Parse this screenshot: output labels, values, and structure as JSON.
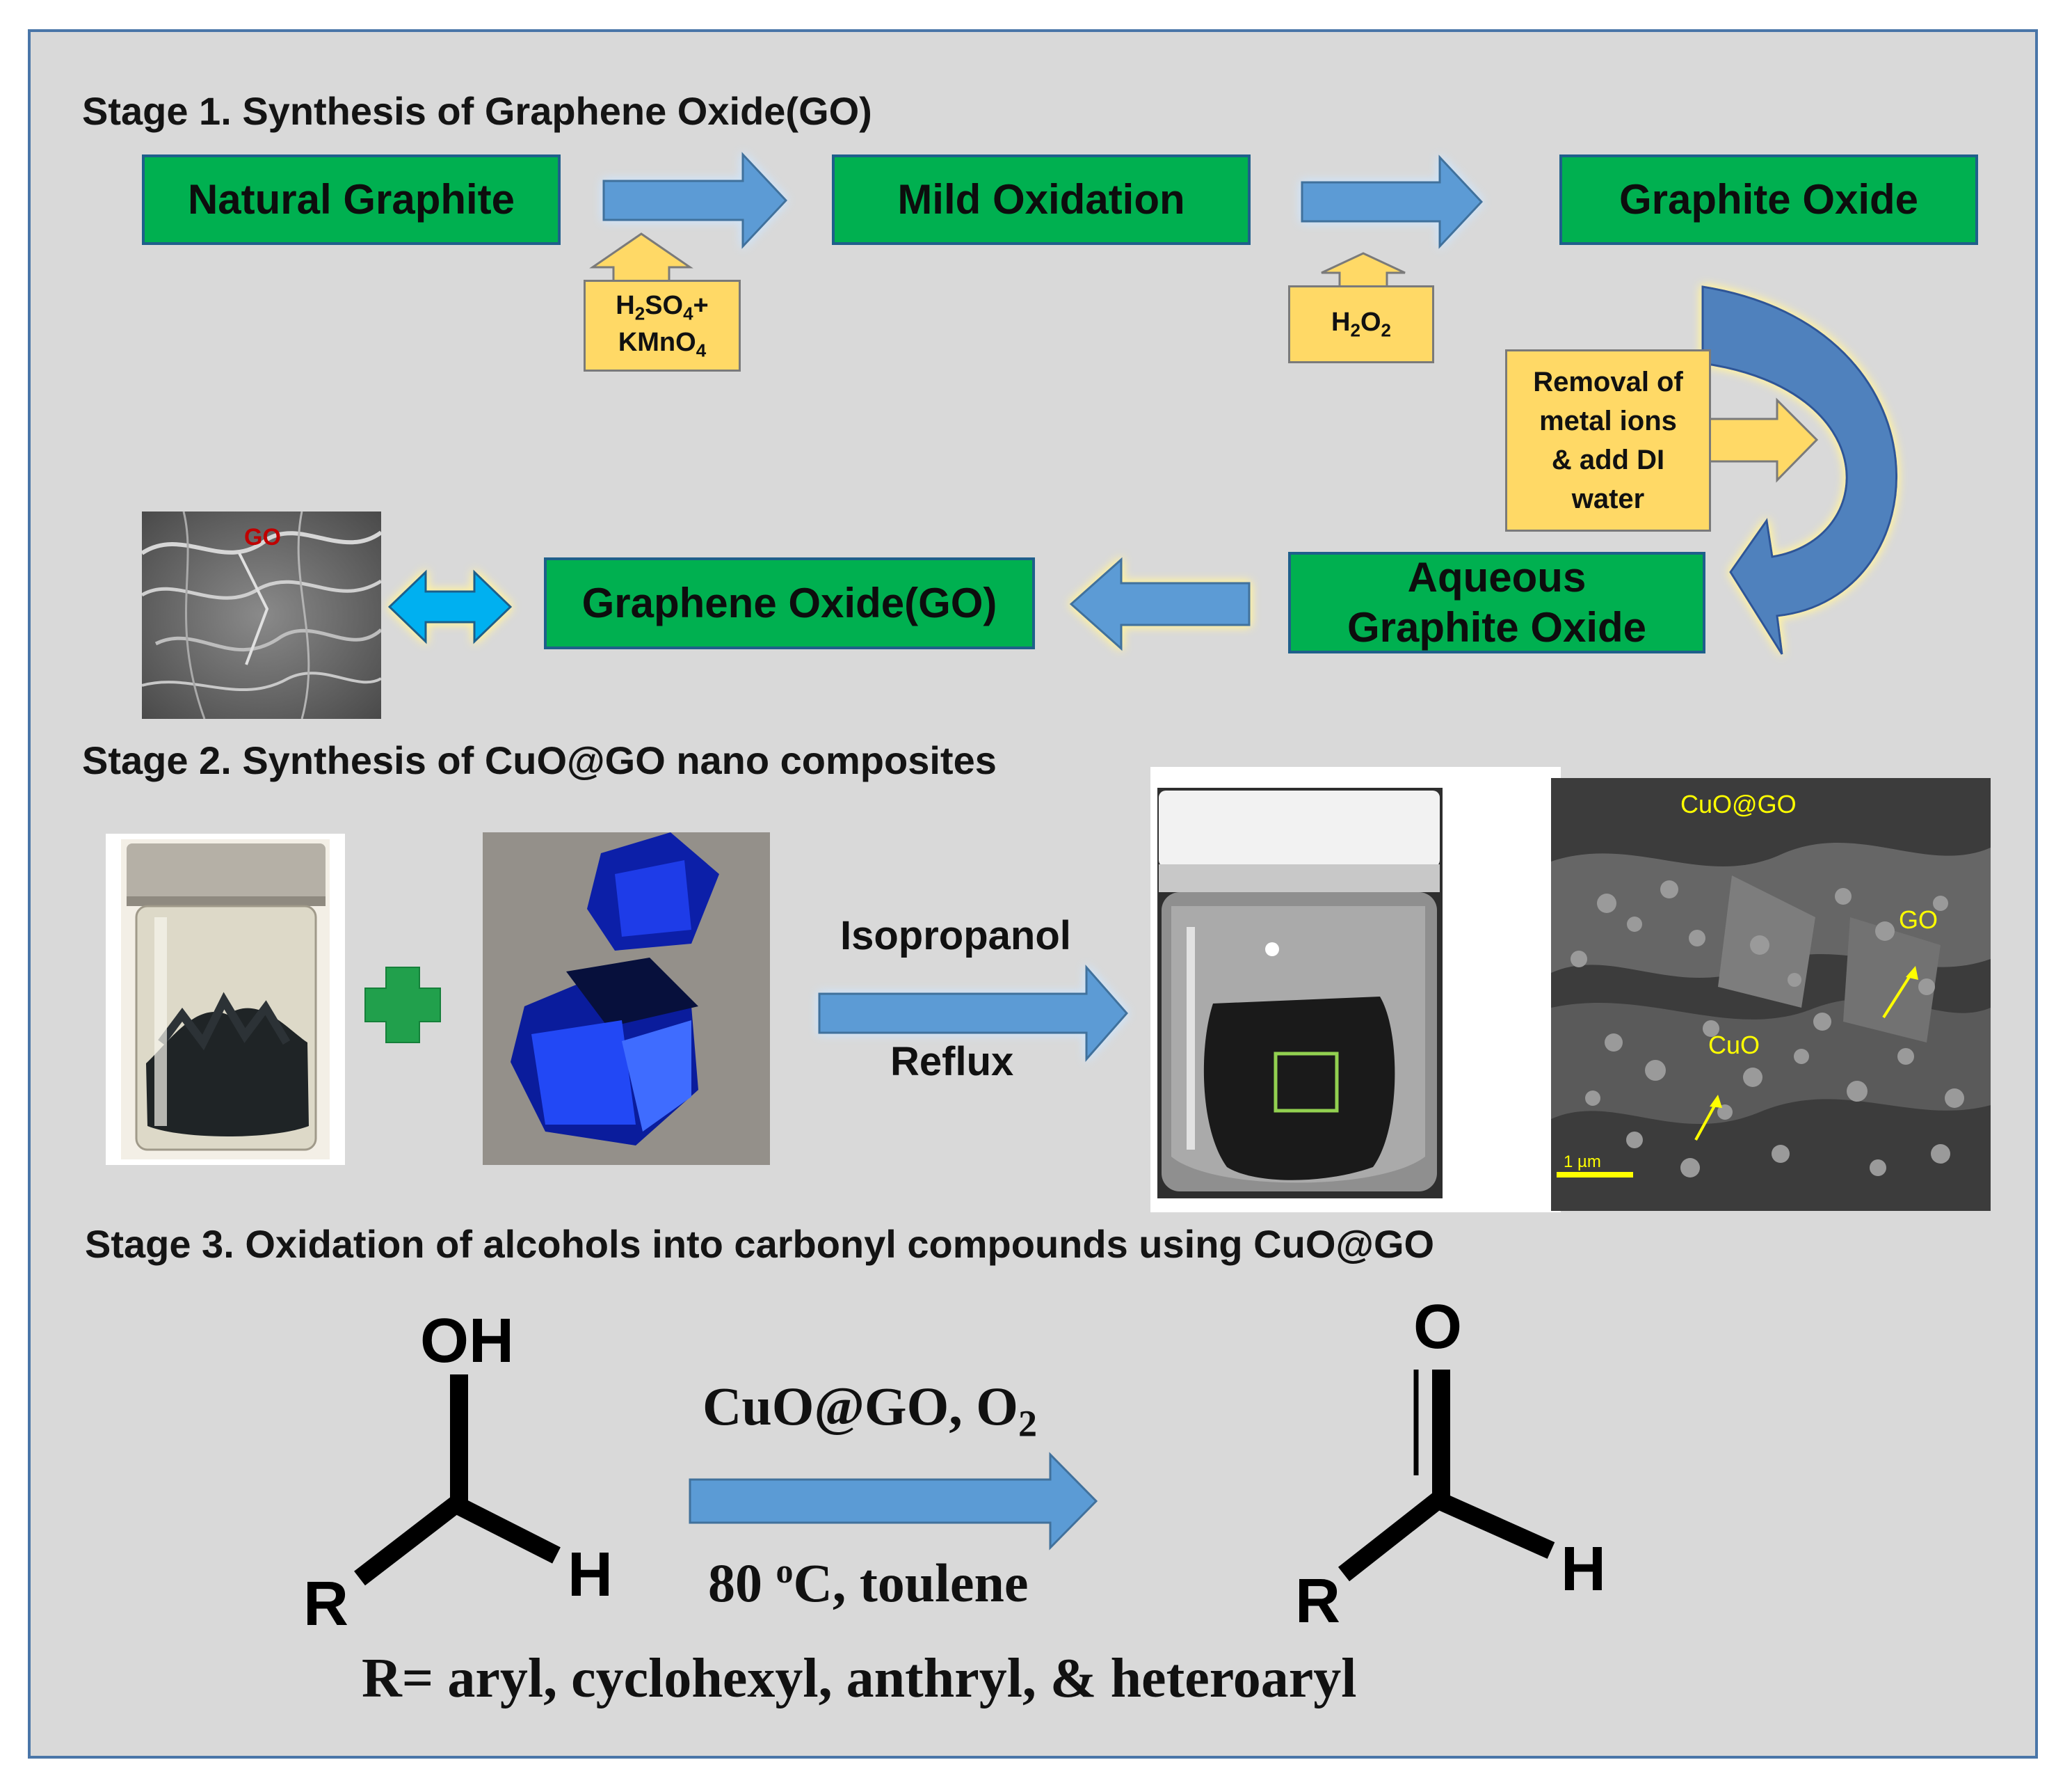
{
  "stage1": {
    "title": "Stage 1. Synthesis of Graphene Oxide(GO)",
    "natural_graphite": "Natural Graphite",
    "mild_oxidation": "Mild Oxidation",
    "graphite_oxide": "Graphite Oxide",
    "aqueous_line1": "Aqueous",
    "aqueous_line2": "Graphite Oxide",
    "graphene_oxide": "Graphene Oxide(GO)",
    "reagent1_acid": {
      "a": "H",
      "b": "2",
      "c": "SO",
      "d": "4",
      "e": "+"
    },
    "reagent1_oxidant": {
      "a": "KMnO",
      "b": "4"
    },
    "reagent2": {
      "a": "H",
      "b": "2",
      "c": "O",
      "d": "2"
    },
    "removal": [
      "Removal of",
      "metal ions",
      "& add DI",
      "water"
    ],
    "sem_label": "GO"
  },
  "stage2": {
    "title": "Stage 2. Synthesis of CuO@GO nano composites",
    "solvent": "Isopropanol",
    "condition": "Reflux",
    "sem_title": "CuO@GO",
    "sem_go": "GO",
    "sem_cuo": "CuO",
    "scale": "1 µm"
  },
  "stage3": {
    "title": "Stage 3. Oxidation of alcohols into carbonyl compounds using CuO@GO",
    "reagent_a": "CuO@GO, O",
    "reagent_sub": "2",
    "temp_value": "80 ",
    "temp_sup": "o",
    "temp_rest": "C, toulene",
    "oh": "OH",
    "h": "H",
    "r": "R",
    "o": "O",
    "footnote": "R= aryl, cyclohexyl, anthryl, & heteroaryl"
  },
  "colors": {
    "background": "#d9d9d9",
    "frame_border": "#4a76a8",
    "green_box": "#00b050",
    "reagent_box": "#ffd966",
    "arrow_blue": "#5b9bd5",
    "callout_green": "#92d050",
    "sem_text": "#ffff00",
    "go_label": "#c00000"
  }
}
